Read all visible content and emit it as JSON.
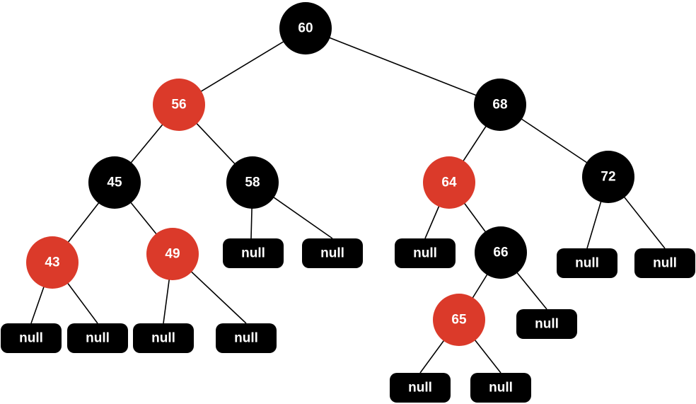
{
  "colors": {
    "black": "#000000",
    "red": "#db3a2a",
    "label": "#ffffff",
    "edge": "#000000"
  },
  "tree": {
    "nodes": [
      {
        "id": "n60",
        "label": "60",
        "color": "black"
      },
      {
        "id": "n56",
        "label": "56",
        "color": "red"
      },
      {
        "id": "n68",
        "label": "68",
        "color": "black"
      },
      {
        "id": "n45",
        "label": "45",
        "color": "black"
      },
      {
        "id": "n58",
        "label": "58",
        "color": "black"
      },
      {
        "id": "n64",
        "label": "64",
        "color": "red"
      },
      {
        "id": "n72",
        "label": "72",
        "color": "black"
      },
      {
        "id": "n43",
        "label": "43",
        "color": "red"
      },
      {
        "id": "n49",
        "label": "49",
        "color": "red"
      },
      {
        "id": "n66",
        "label": "66",
        "color": "black"
      },
      {
        "id": "n65",
        "label": "65",
        "color": "red"
      }
    ],
    "nulls": [
      {
        "id": "null-58-left",
        "label": "null"
      },
      {
        "id": "null-58-right",
        "label": "null"
      },
      {
        "id": "null-64-left",
        "label": "null"
      },
      {
        "id": "null-72-left",
        "label": "null"
      },
      {
        "id": "null-72-right",
        "label": "null"
      },
      {
        "id": "null-43-left",
        "label": "null"
      },
      {
        "id": "null-43-right",
        "label": "null"
      },
      {
        "id": "null-49-left",
        "label": "null"
      },
      {
        "id": "null-49-right",
        "label": "null"
      },
      {
        "id": "null-66-right",
        "label": "null"
      },
      {
        "id": "null-65-left",
        "label": "null"
      },
      {
        "id": "null-65-right",
        "label": "null"
      }
    ],
    "edges": [
      [
        "n60",
        "n56"
      ],
      [
        "n60",
        "n68"
      ],
      [
        "n56",
        "n45"
      ],
      [
        "n56",
        "n58"
      ],
      [
        "n68",
        "n64"
      ],
      [
        "n68",
        "n72"
      ],
      [
        "n45",
        "n43"
      ],
      [
        "n45",
        "n49"
      ],
      [
        "n58",
        "null-58-left"
      ],
      [
        "n58",
        "null-58-right"
      ],
      [
        "n64",
        "null-64-left"
      ],
      [
        "n64",
        "n66"
      ],
      [
        "n72",
        "null-72-left"
      ],
      [
        "n72",
        "null-72-right"
      ],
      [
        "n43",
        "null-43-left"
      ],
      [
        "n43",
        "null-43-right"
      ],
      [
        "n49",
        "null-49-left"
      ],
      [
        "n49",
        "null-49-right"
      ],
      [
        "n66",
        "n65"
      ],
      [
        "n66",
        "null-66-right"
      ],
      [
        "n65",
        "null-65-left"
      ],
      [
        "n65",
        "null-65-right"
      ]
    ]
  }
}
